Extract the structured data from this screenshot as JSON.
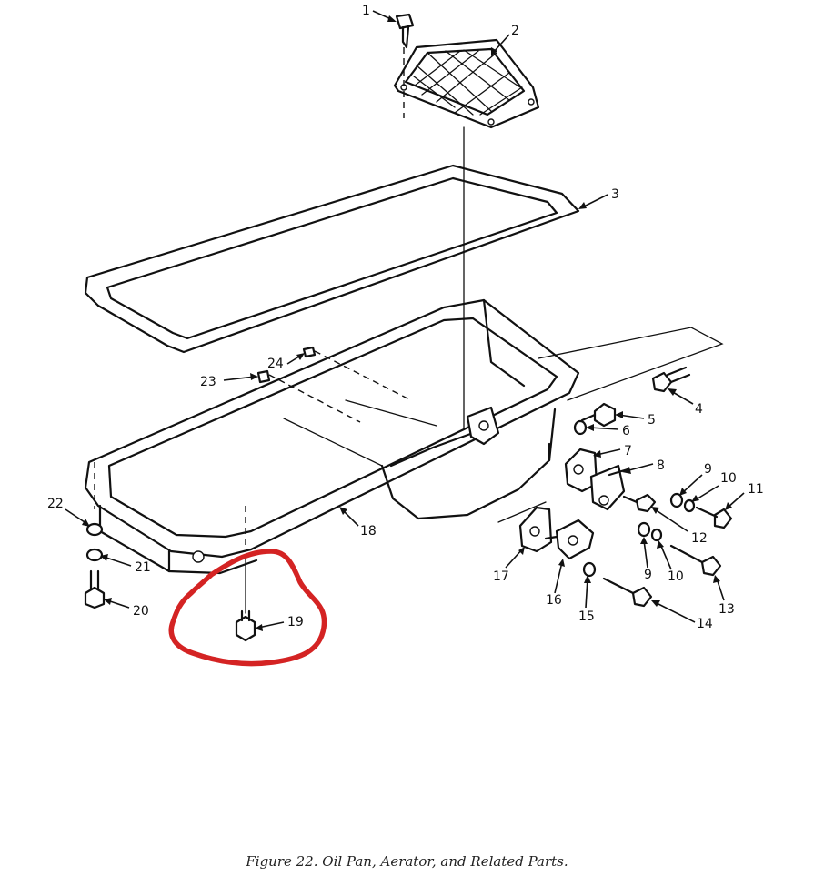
{
  "figure": {
    "caption": "Figure 22.  Oil Pan, Aerator, and Related Parts."
  },
  "callouts": [
    "1",
    "2",
    "3",
    "4",
    "5",
    "6",
    "7",
    "8",
    "9",
    "10",
    "11",
    "12",
    "9",
    "10",
    "13",
    "14",
    "15",
    "16",
    "17",
    "18",
    "19",
    "20",
    "21",
    "22",
    "23",
    "24"
  ],
  "highlight": {
    "color": "#d42323",
    "target_callout": "19"
  }
}
